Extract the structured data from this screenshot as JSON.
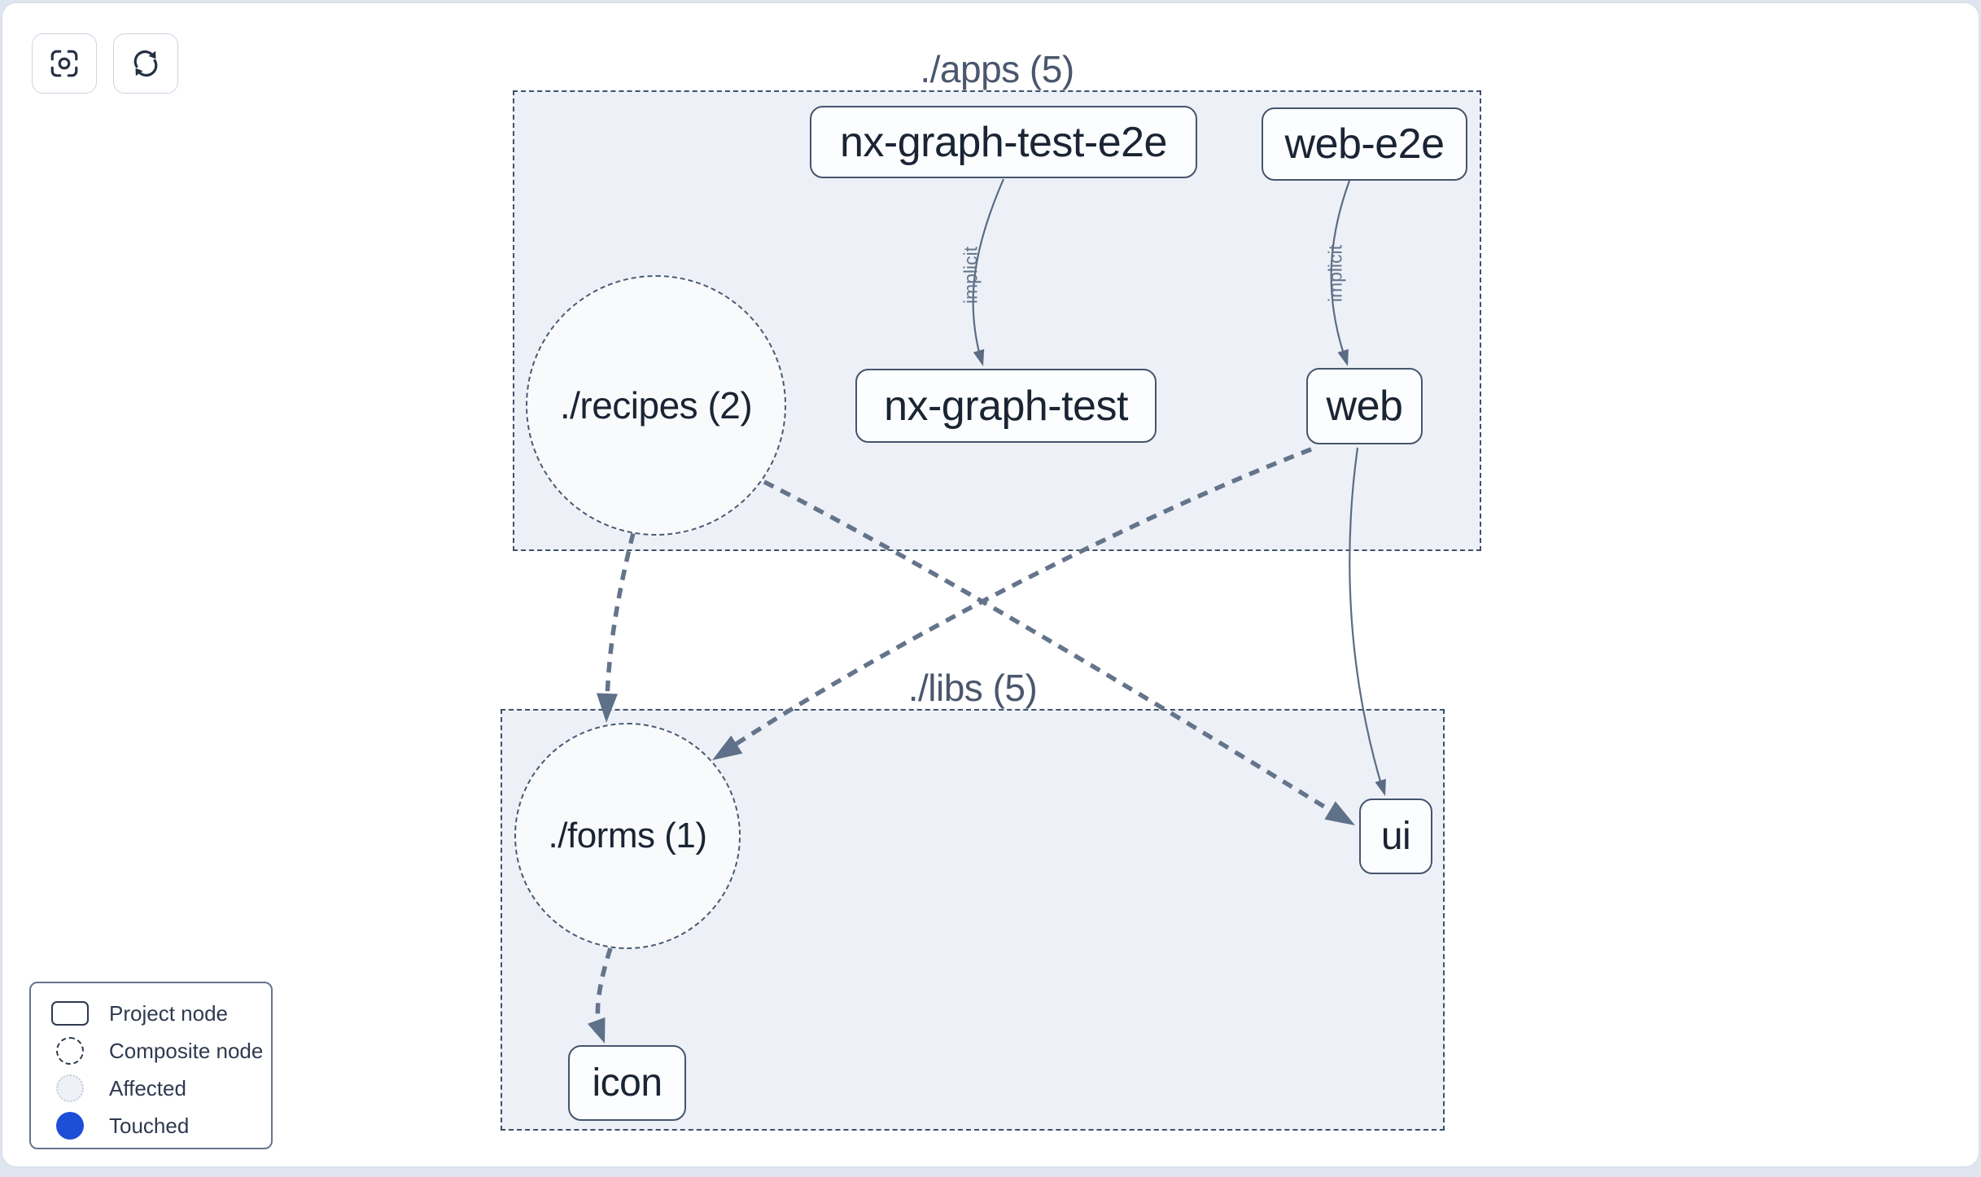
{
  "toolbar": {
    "buttons": [
      {
        "icon": "focus-icon",
        "action": "center-graph"
      },
      {
        "icon": "refresh-icon",
        "action": "refresh-graph"
      }
    ]
  },
  "graph": {
    "groups": [
      {
        "label": "./apps (5)"
      },
      {
        "label": "./libs (5)"
      }
    ],
    "composites": [
      {
        "label": "./recipes (2)",
        "group": "./apps (5)"
      },
      {
        "label": "./forms (1)",
        "group": "./libs (5)"
      }
    ],
    "projects": [
      {
        "label": "nx-graph-test-e2e",
        "group": "./apps (5)"
      },
      {
        "label": "web-e2e",
        "group": "./apps (5)"
      },
      {
        "label": "nx-graph-test",
        "group": "./apps (5)"
      },
      {
        "label": "web",
        "group": "./apps (5)"
      },
      {
        "label": "ui",
        "group": "./libs (5)"
      },
      {
        "label": "icon",
        "group": "./libs (5)"
      }
    ],
    "edges": [
      {
        "from": "nx-graph-test-e2e",
        "to": "nx-graph-test",
        "style": "solid",
        "label": "implicit"
      },
      {
        "from": "web-e2e",
        "to": "web",
        "style": "solid",
        "label": "implicit"
      },
      {
        "from": "./recipes (2)",
        "to": "./forms (1)",
        "style": "dashed"
      },
      {
        "from": "./recipes (2)",
        "to": "ui",
        "style": "dashed"
      },
      {
        "from": "web",
        "to": "./forms (1)",
        "style": "dashed"
      },
      {
        "from": "web",
        "to": "ui",
        "style": "solid"
      },
      {
        "from": "./forms (1)",
        "to": "icon",
        "style": "dashed"
      }
    ]
  },
  "legend": {
    "items": [
      {
        "swatch": "project-node-swatch",
        "label": "Project node"
      },
      {
        "swatch": "composite-node-swatch",
        "label": "Composite node"
      },
      {
        "swatch": "affected-swatch",
        "label": "Affected"
      },
      {
        "swatch": "touched-swatch",
        "label": "Touched"
      }
    ]
  },
  "colors": {
    "touched_blue": "#1d4ed8",
    "edge_slate": "#64748b",
    "node_border": "#45546d",
    "group_fill": "#edf1f7",
    "text_dark": "#1a2433"
  }
}
